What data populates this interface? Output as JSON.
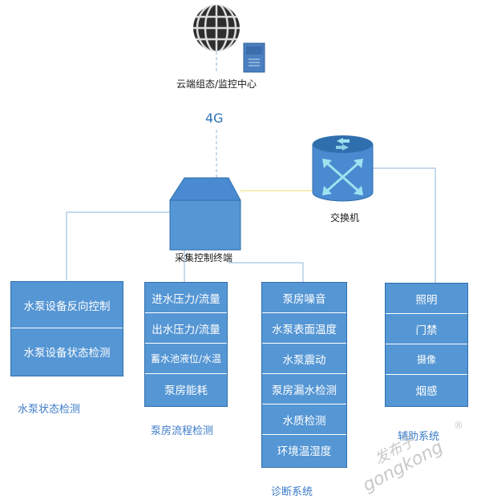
{
  "cloud_center_label": "云端组态/监控中心",
  "link_label": "4G",
  "switch_label": "交换机",
  "terminal_label": "采集控制终端",
  "groups": {
    "pump_status": {
      "items": [
        "水泵设备反向控制",
        "水泵设备状态检测"
      ],
      "caption": "水泵状态检测"
    },
    "pump_room_flow": {
      "items": [
        "进水压力/流量",
        "出水压力/流量",
        "蓄水池液位/水温",
        "泵房能耗"
      ],
      "caption": "泵房流程检测"
    },
    "diagnosis": {
      "items": [
        "泵房噪音",
        "水泵表面温度",
        "水泵震动",
        "泵房漏水检测",
        "水质检测",
        "环境温湿度"
      ],
      "caption": "诊断系统"
    },
    "auxiliary": {
      "items": [
        "照明",
        "门禁",
        "摄像",
        "烟感"
      ],
      "caption": "辅助系统"
    }
  },
  "watermark": {
    "line1": "发布于",
    "line2": "gongkong",
    "mark": "®"
  },
  "colors": {
    "box_fill": "#5596d4",
    "box_border": "#2f6fae",
    "line": "#8fb4d8",
    "switch_link": "#f2e48a",
    "caption": "#3b7bc8"
  }
}
